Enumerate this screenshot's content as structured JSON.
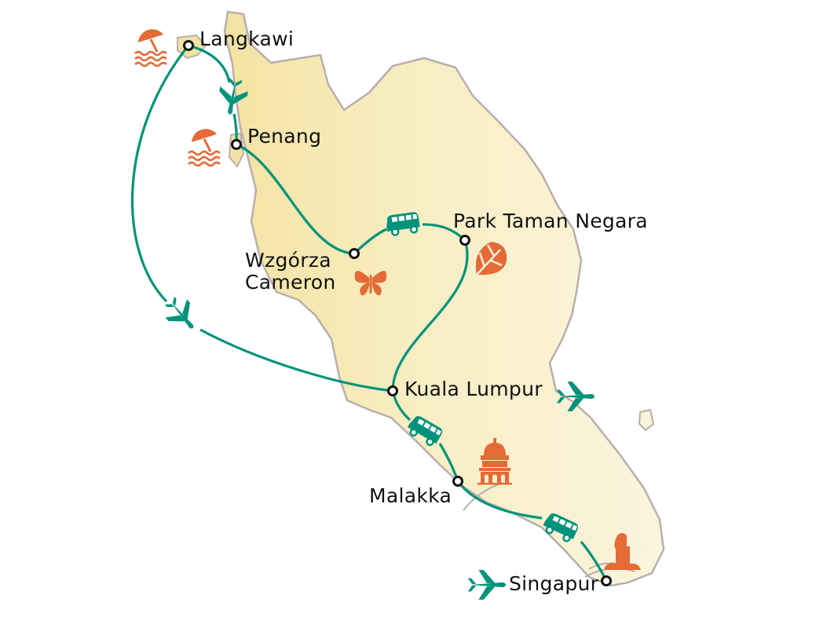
{
  "colors": {
    "route": "#00927a",
    "icon": "#e46a36",
    "land": "#f6e9b3",
    "land_light": "#faf3dc",
    "border": "#b9aeab"
  },
  "places": [
    {
      "name": "Langkawi",
      "icon": "beach-umbrella-icon"
    },
    {
      "name": "Penang",
      "icon": "beach-umbrella-icon"
    },
    {
      "name_line1": "Wzgórza",
      "name_line2": "Cameron",
      "icon": "butterfly-icon"
    },
    {
      "name": "Park Taman Negara",
      "icon": "monstera-leaf-icon"
    },
    {
      "name": "Kuala Lumpur",
      "icon": "airplane-icon"
    },
    {
      "name": "Malakka",
      "icon": "church-icon"
    },
    {
      "name": "Singapur",
      "icon": "merlion-icon"
    }
  ],
  "routes": [
    {
      "from": "Langkawi",
      "to": "Penang",
      "mode": "plane"
    },
    {
      "from": "Langkawi",
      "to": "Kuala Lumpur",
      "mode": "plane"
    },
    {
      "from": "Penang",
      "to": "Wzgórza Cameron",
      "mode": "road"
    },
    {
      "from": "Wzgórza Cameron",
      "to": "Park Taman Negara",
      "mode": "bus"
    },
    {
      "from": "Park Taman Negara",
      "to": "Kuala Lumpur",
      "mode": "road"
    },
    {
      "from": "Kuala Lumpur",
      "to": "Malakka",
      "mode": "bus"
    },
    {
      "from": "Malakka",
      "to": "Singapur",
      "mode": "bus"
    }
  ]
}
